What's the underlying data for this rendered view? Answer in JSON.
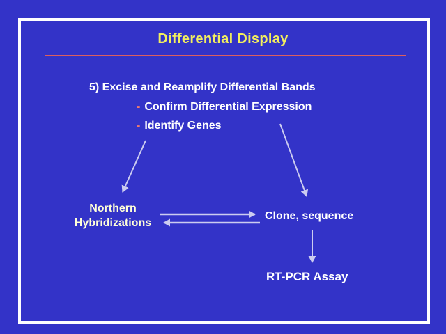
{
  "slide": {
    "title": "Differential Display",
    "step": {
      "heading": "5) Excise and Reamplify Differential Bands",
      "sub_bullets": [
        {
          "dash": "-",
          "text": "Confirm Differential Expression"
        },
        {
          "dash": "-",
          "text": "Identify Genes"
        }
      ]
    },
    "nodes": {
      "northern": {
        "line1": "Northern",
        "line2": "Hybridizations"
      },
      "clone": "Clone, sequence",
      "rtpcr": "RT-PCR Assay"
    },
    "arrows": [
      {
        "name": "bullets-to-northern",
        "direction": "down-left"
      },
      {
        "name": "bullets-to-clone",
        "direction": "down-right"
      },
      {
        "name": "northern-to-clone",
        "direction": "right"
      },
      {
        "name": "clone-to-northern",
        "direction": "left"
      },
      {
        "name": "clone-to-rtpcr",
        "direction": "down"
      }
    ],
    "colors": {
      "background": "#3333C8",
      "frame": "#FFFFFF",
      "title_text": "#F2EE5E",
      "rule": "#DC5F5F",
      "dash": "#EE7A70",
      "body_text": "#FFFFFF",
      "northern_text": "#FFFFD8",
      "arrow": "#CCCCF0"
    }
  }
}
